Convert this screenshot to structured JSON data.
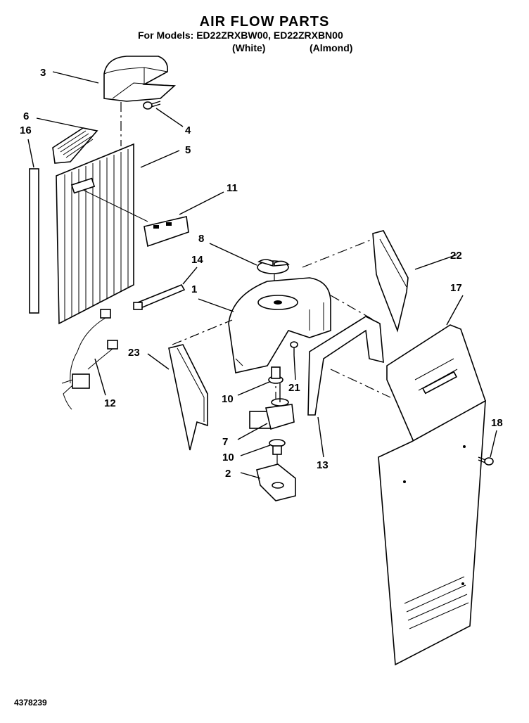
{
  "header": {
    "title": "AIR FLOW PARTS",
    "models_line": "For Models: ED22ZRXBW00, ED22ZRXBN00",
    "color_white": "(White)",
    "color_almond": "(Almond)"
  },
  "footer": {
    "doc_number": "4378239"
  },
  "callouts": {
    "c1": "1",
    "c2": "2",
    "c3": "3",
    "c4": "4",
    "c5": "5",
    "c6": "6",
    "c7": "7",
    "c8": "8",
    "c10a": "10",
    "c10b": "10",
    "c11": "11",
    "c12": "12",
    "c13": "13",
    "c14": "14",
    "c16": "16",
    "c17": "17",
    "c18": "18",
    "c21": "21",
    "c22": "22",
    "c23": "23"
  }
}
